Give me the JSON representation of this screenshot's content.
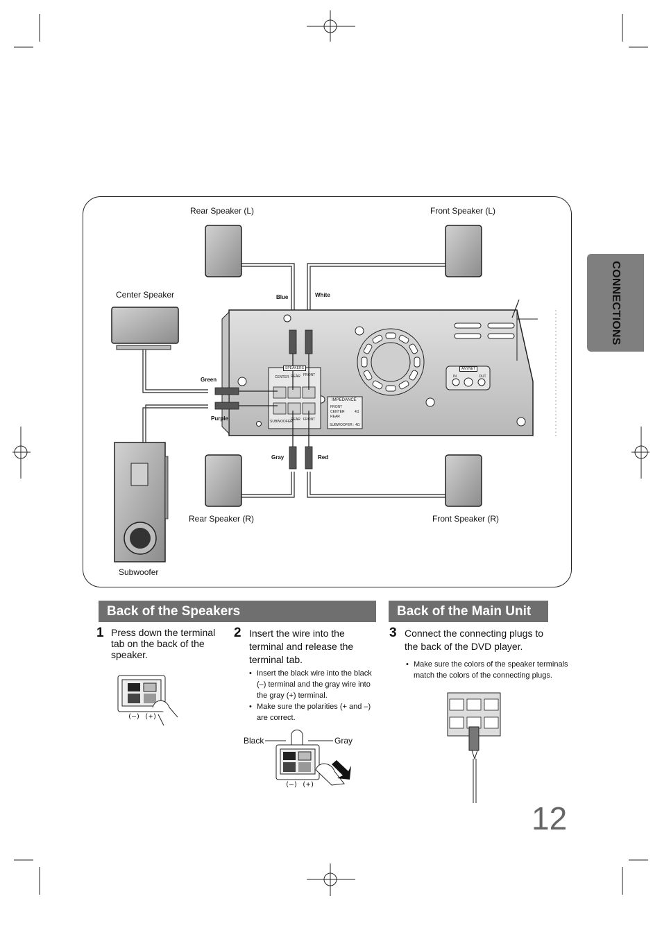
{
  "side_tab": {
    "label": "CONNECTIONS"
  },
  "diagram": {
    "labels": {
      "rear_speaker_l": "Rear Speaker (L)",
      "front_speaker_l": "Front Speaker (L)",
      "center_speaker": "Center Speaker",
      "rear_speaker_r": "Rear Speaker (R)",
      "front_speaker_r": "Front Speaker (R)",
      "subwoofer": "Subwoofer"
    },
    "wire_colors": {
      "blue": "Blue",
      "white": "White",
      "green": "Green",
      "purple": "Purple",
      "gray": "Gray",
      "red": "Red"
    },
    "panel": {
      "speakers": "SPEAKERS",
      "center": "CENTER",
      "rear": "REAR",
      "front": "FRONT",
      "subwoofer": "SUBWOOFER",
      "impedance_title": "IMPEDANCE",
      "impedance_front": "FRONT",
      "impedance_center": "CENTER",
      "impedance_rear": "REAR",
      "impedance_main_value": "4Ω",
      "impedance_sub": "SUBWOOFER : 4Ω",
      "anynet": "ANYNET",
      "anynet_in": "IN",
      "anynet_out": "OUT"
    }
  },
  "sections": {
    "speakers_title": "Back of the Speakers",
    "main_unit_title": "Back of the Main Unit"
  },
  "steps": [
    {
      "num": "1",
      "text": "Press down the terminal tab on the back of the speaker."
    },
    {
      "num": "2",
      "text": "Insert the wire into the terminal and release the terminal tab."
    },
    {
      "num": "3",
      "text": "Connect the connecting plugs to the back of the DVD player."
    }
  ],
  "step2_bullets": [
    "Insert the black wire into the black (–) terminal and the gray wire into the gray (+) terminal.",
    "Make sure the polarities (+ and –) are correct."
  ],
  "step3_bullets": [
    "Make sure the colors of the speaker terminals match the colors of the connecting plugs."
  ],
  "illustrations": {
    "polarity": "(–)  (+)",
    "black_label": "Black",
    "gray_label": "Gray"
  },
  "page_number": "12"
}
